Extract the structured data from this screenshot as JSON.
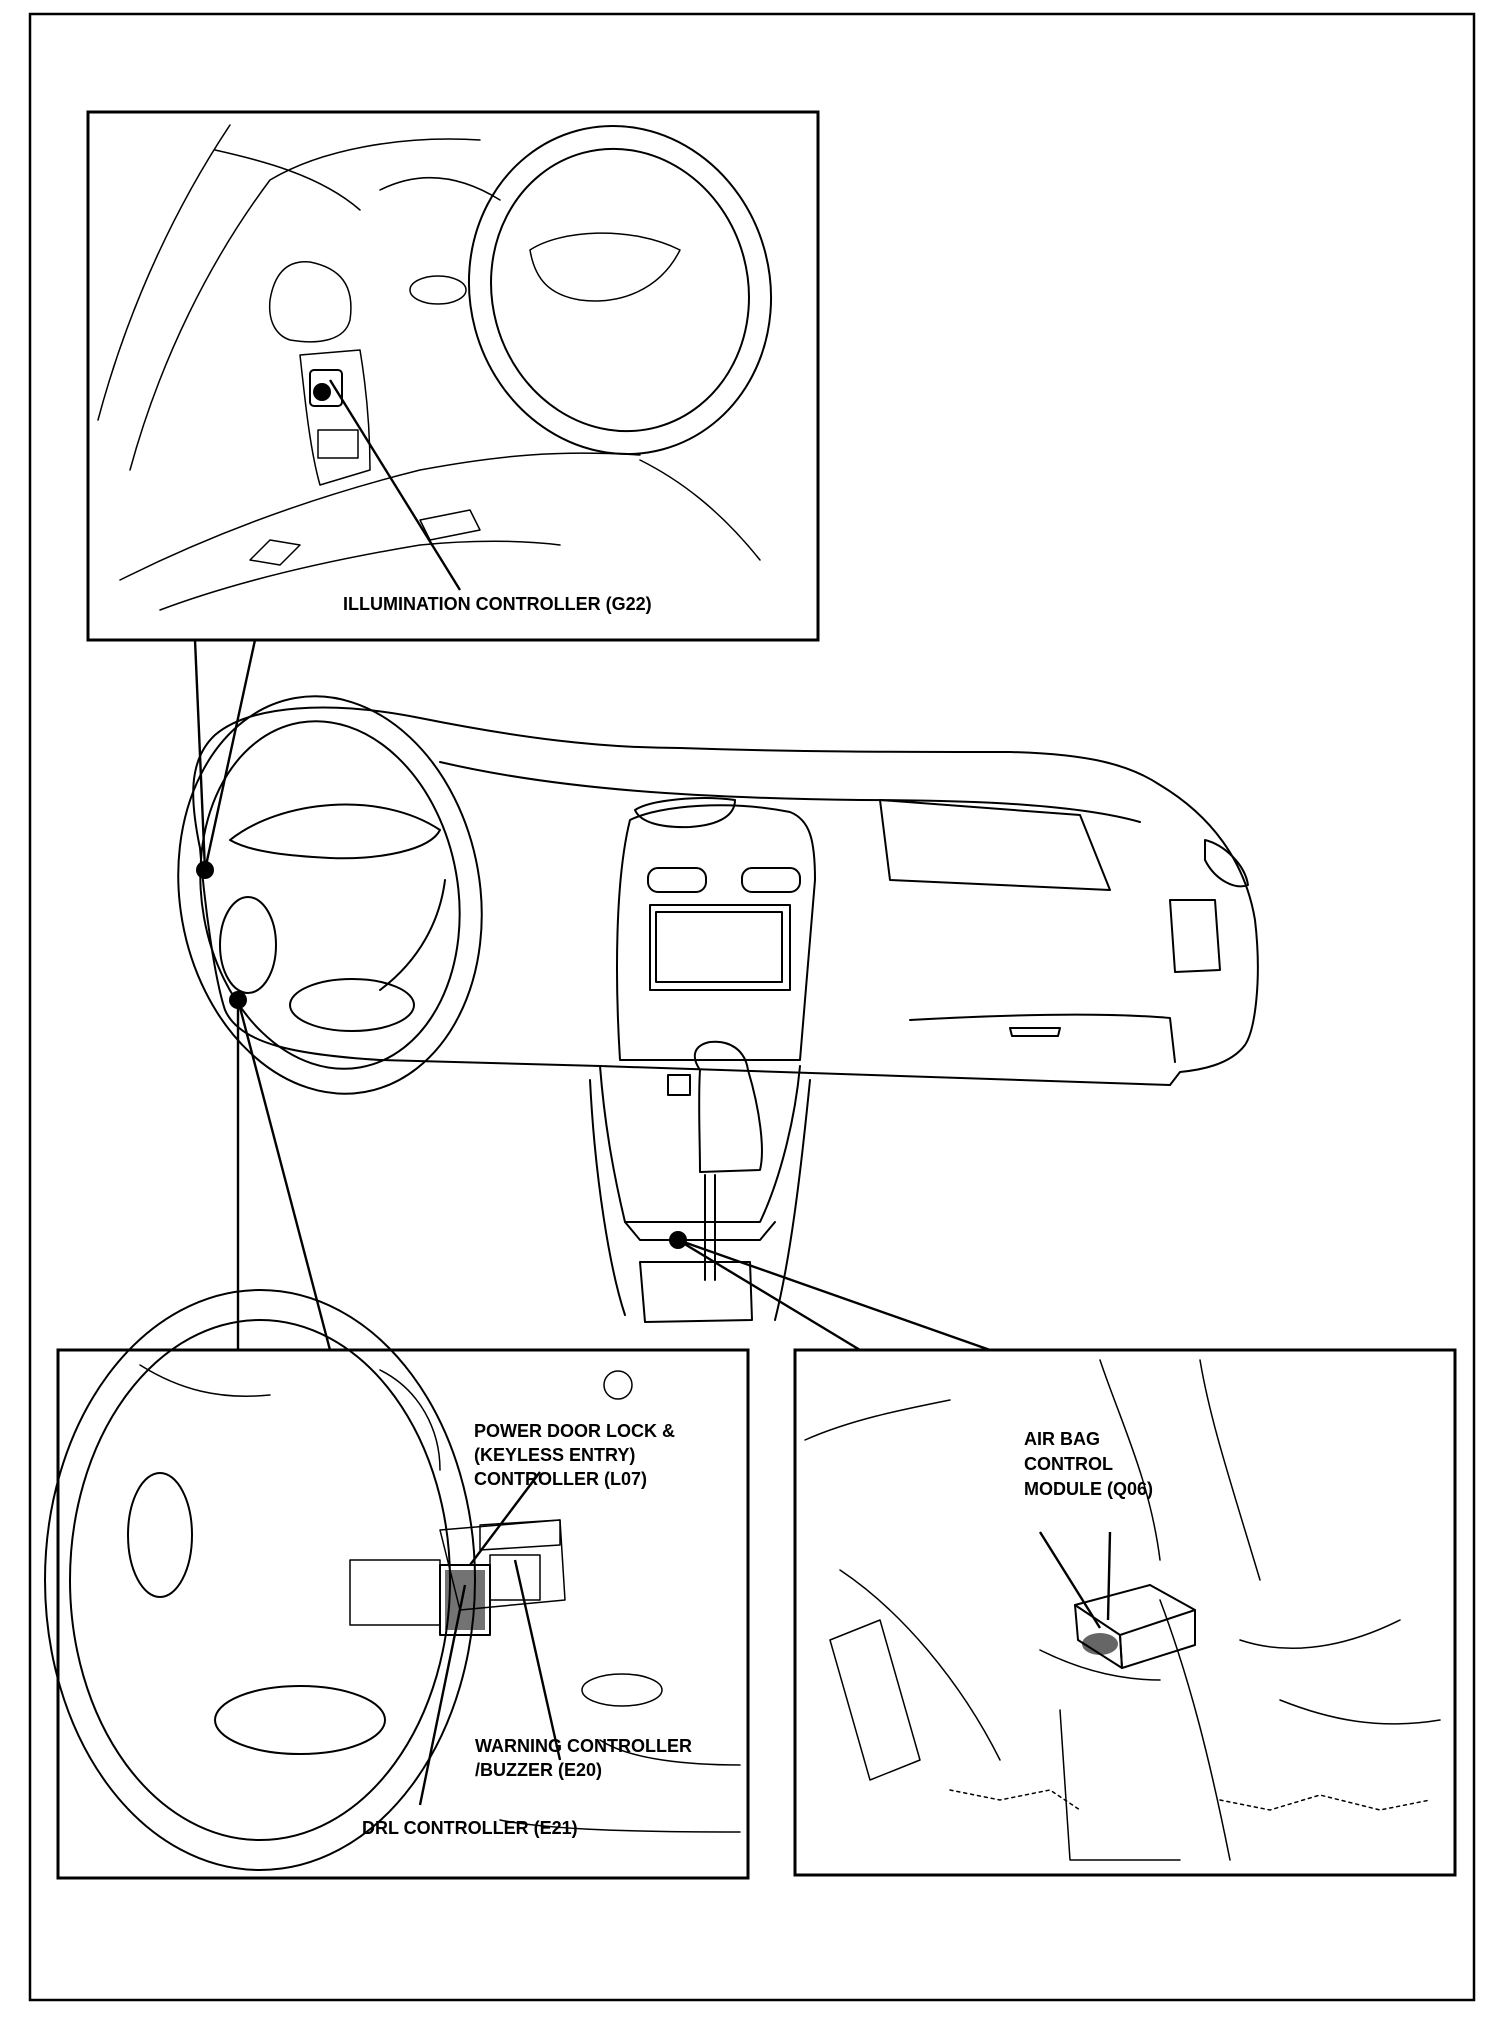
{
  "labels": {
    "illumination": "ILLUMINATION CONTROLLER (G22)",
    "power_door_lock": [
      "POWER DOOR LOCK &",
      "(KEYLESS ENTRY)",
      "CONTROLLER (L07)"
    ],
    "warning_controller": [
      "WARNING CONTROLLER",
      "/BUZZER (E20)"
    ],
    "drl_controller": "DRL CONTROLLER (E21)",
    "air_bag": [
      "AIR BAG",
      "CONTROL",
      "MODULE (Q06)"
    ]
  }
}
